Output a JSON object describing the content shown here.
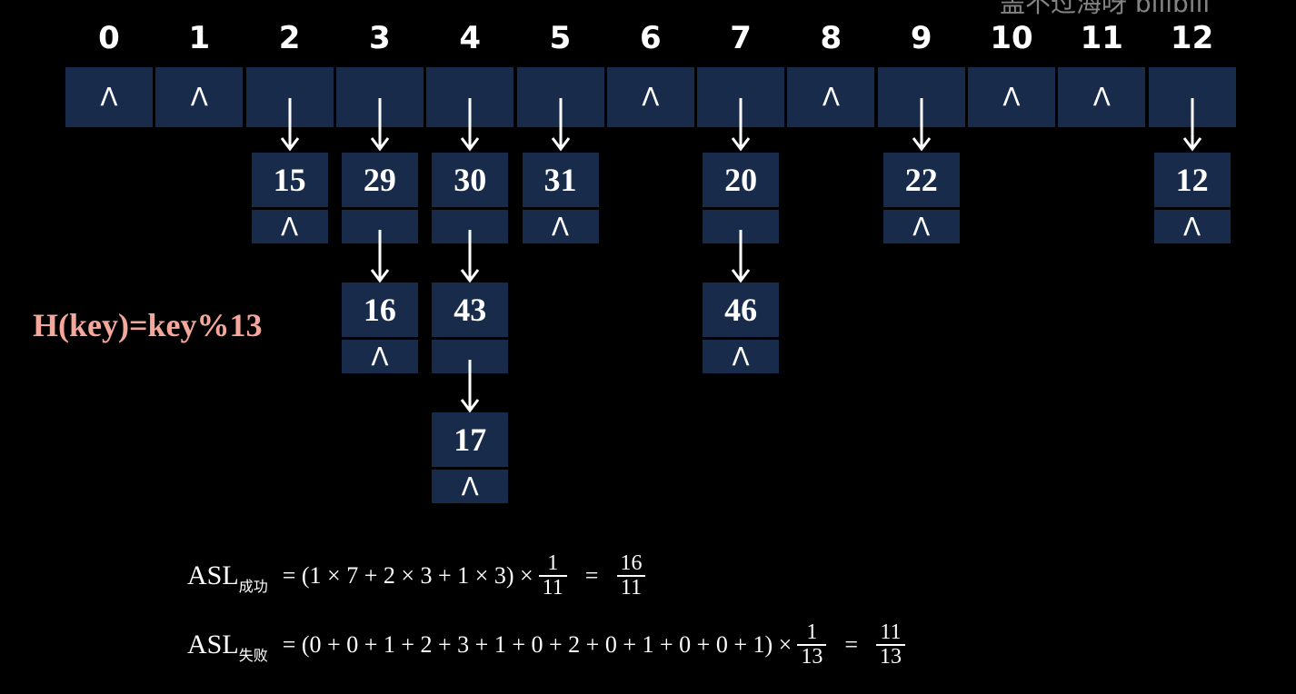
{
  "watermark": "盖不过海呀 bilibili",
  "hash_function": "H(key)=key%13",
  "null_symbol": "Λ",
  "slots": [
    {
      "index": "0",
      "chain": []
    },
    {
      "index": "1",
      "chain": []
    },
    {
      "index": "2",
      "chain": [
        "15"
      ]
    },
    {
      "index": "3",
      "chain": [
        "29",
        "16"
      ]
    },
    {
      "index": "4",
      "chain": [
        "30",
        "43",
        "17"
      ]
    },
    {
      "index": "5",
      "chain": [
        "31"
      ]
    },
    {
      "index": "6",
      "chain": []
    },
    {
      "index": "7",
      "chain": [
        "20",
        "46"
      ]
    },
    {
      "index": "8",
      "chain": []
    },
    {
      "index": "9",
      "chain": [
        "22"
      ]
    },
    {
      "index": "10",
      "chain": []
    },
    {
      "index": "11",
      "chain": []
    },
    {
      "index": "12",
      "chain": [
        "12"
      ]
    }
  ],
  "asl_success": {
    "label": "ASL",
    "subscript": "成功",
    "expression": "= (1 × 7 + 2 × 3 + 1 × 3) ×",
    "frac_num": "1",
    "frac_den": "11",
    "equals": "=",
    "result_num": "16",
    "result_den": "11"
  },
  "asl_fail": {
    "label": "ASL",
    "subscript": "失败",
    "expression": "= (0 + 0 + 1 + 2 + 3 + 1 + 0 + 2 + 0 + 1 + 0 + 0 + 1) ×",
    "frac_num": "1",
    "frac_den": "13",
    "equals": "=",
    "result_num": "11",
    "result_den": "13"
  }
}
